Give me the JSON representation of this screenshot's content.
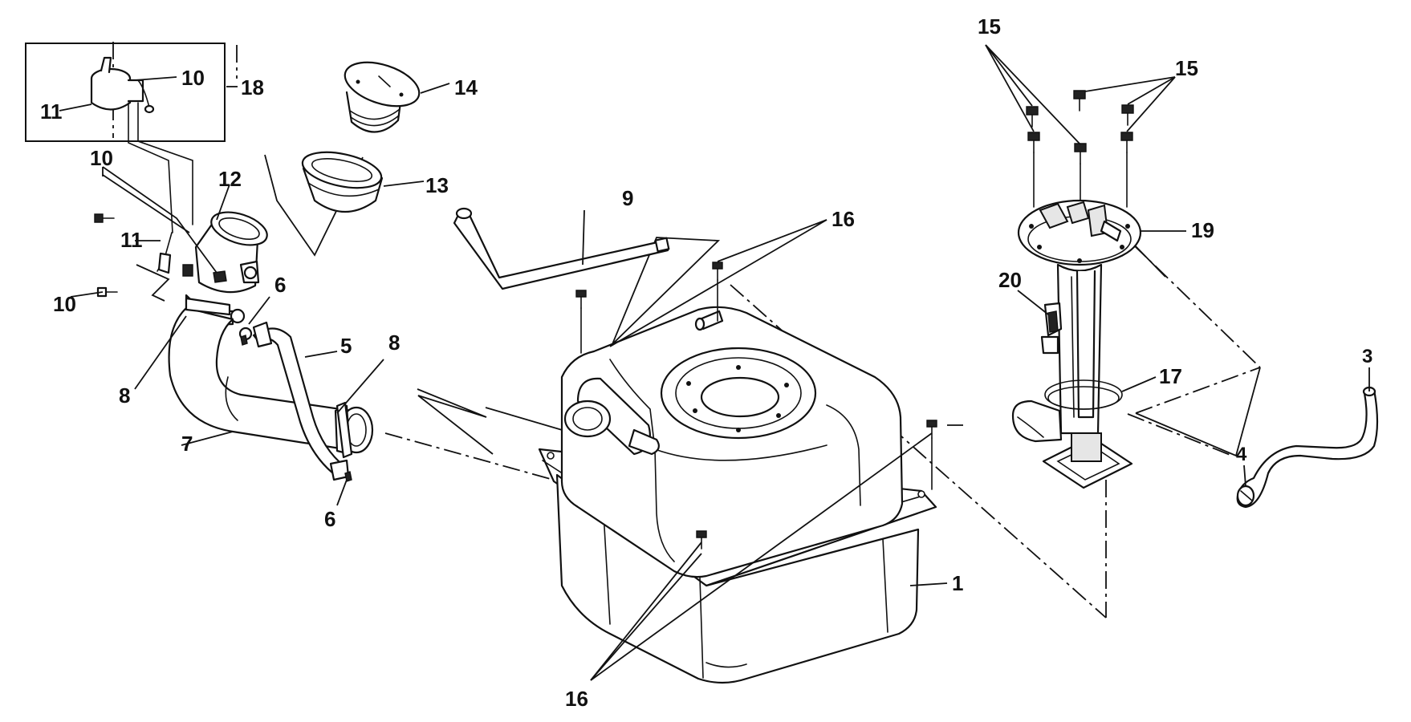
{
  "diagram": {
    "callouts": {
      "c1": "1",
      "c3": "3",
      "c4": "4",
      "c5": "5",
      "c6a": "6",
      "c6b": "6",
      "c7": "7",
      "c8a": "8",
      "c8b": "8",
      "c9": "9",
      "c10a": "10",
      "c10b": "10",
      "c10c": "10",
      "c11a": "11",
      "c11b": "11",
      "c12": "12",
      "c13": "13",
      "c14": "14",
      "c15a": "15",
      "c15b": "15",
      "c16a": "16",
      "c16b": "16",
      "c17": "17",
      "c18": "18",
      "c19": "19",
      "c20": "20"
    },
    "colors": {
      "ink": "#111111",
      "paper": "#ffffff"
    }
  }
}
